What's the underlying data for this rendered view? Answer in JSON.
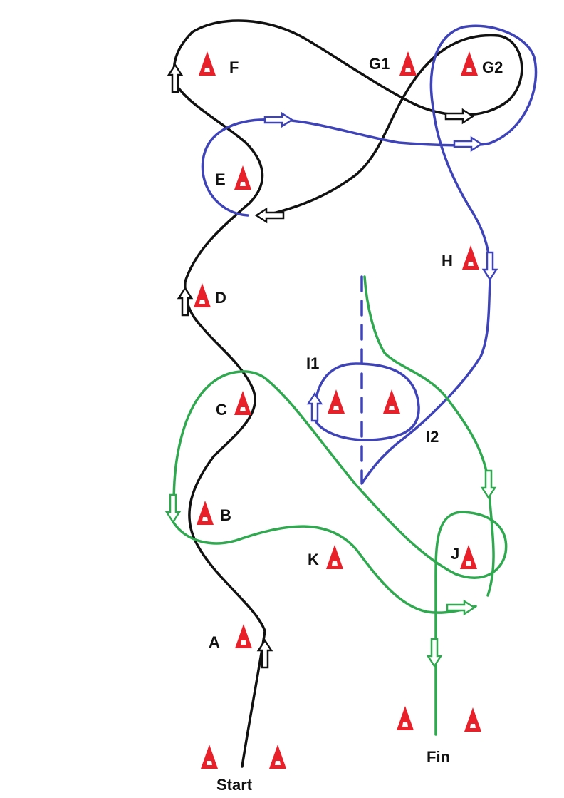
{
  "colors": {
    "cone_fill": "#e8202a",
    "cone_stripe": "#ffffff",
    "black_path": "#111111",
    "blue_path": "#3e44b8",
    "green_path": "#2fa84f",
    "background": "#ffffff"
  },
  "labels": {
    "start": "Start",
    "finish": "Fin",
    "A": "A",
    "B": "B",
    "C": "C",
    "D": "D",
    "E": "E",
    "F": "F",
    "G1": "G1",
    "G2": "G2",
    "H": "H",
    "I1": "I1",
    "I2": "I2",
    "J": "J",
    "K": "K"
  },
  "icons": {
    "cone": "traffic-cone-icon",
    "arrow": "direction-arrow-icon"
  }
}
